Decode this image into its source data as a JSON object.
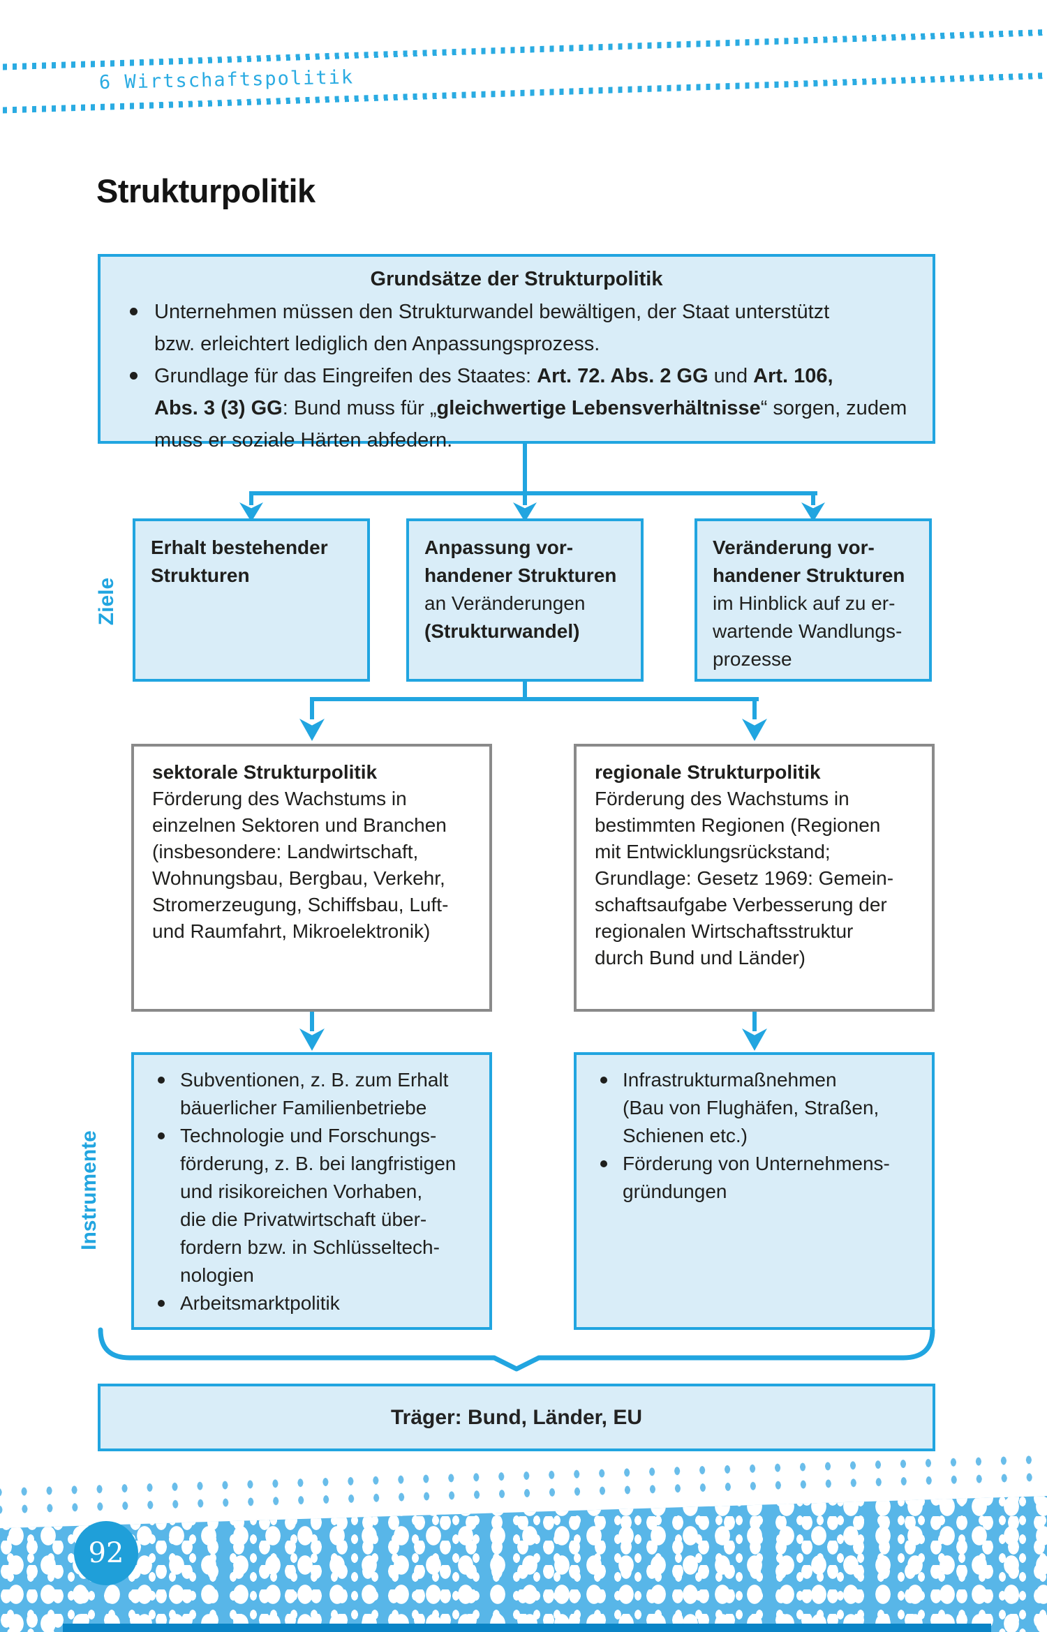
{
  "colors": {
    "accent_cyan": "#21a5e0",
    "box_fill": "#d9edf8",
    "gray_border": "#8a8a8a",
    "chapter_cyan": "#2aabe2",
    "band_blue": "#58b6e8",
    "circle_blue": "#1f9fd9",
    "bottom_strip": "#0a84c6",
    "text": "#1f1f1d"
  },
  "header": {
    "chapter_label": "6 Wirtschaftspolitik"
  },
  "page_title": "Strukturpolitik",
  "grundsaetze": {
    "title": "Grundsätze der Strukturpolitik",
    "bullets": [
      {
        "lines": [
          [
            {
              "t": "Unternehmen müssen den Strukturwandel bewältigen, der Staat unterstützt",
              "b": false
            }
          ],
          [
            {
              "t": "bzw. erleichtert lediglich den Anpassungsprozess.",
              "b": false
            }
          ]
        ]
      },
      {
        "lines": [
          [
            {
              "t": "Grundlage für das Eingreifen des Staates: ",
              "b": false
            },
            {
              "t": "Art. 72. Abs. 2 GG",
              "b": true
            },
            {
              "t": " und ",
              "b": false
            },
            {
              "t": "Art. 106,",
              "b": true
            }
          ],
          [
            {
              "t": "Abs. 3 (3) GG",
              "b": true
            },
            {
              "t": ": Bund muss für „",
              "b": false
            },
            {
              "t": "gleichwertige Lebensverhältnisse",
              "b": true
            },
            {
              "t": "“ sorgen, zudem",
              "b": false
            }
          ],
          [
            {
              "t": "muss er soziale Härten abfedern.",
              "b": false
            }
          ]
        ]
      }
    ]
  },
  "ziele": {
    "label": "Ziele",
    "boxes": [
      {
        "lines": [
          [
            {
              "t": "Erhalt bestehender",
              "b": true
            }
          ],
          [
            {
              "t": "Strukturen",
              "b": true
            }
          ]
        ]
      },
      {
        "lines": [
          [
            {
              "t": "Anpassung vor-",
              "b": true
            }
          ],
          [
            {
              "t": "handener Strukturen",
              "b": true
            }
          ],
          [
            {
              "t": "an Veränderungen",
              "b": false
            }
          ],
          [
            {
              "t": "(Strukturwandel)",
              "b": true
            }
          ]
        ]
      },
      {
        "lines": [
          [
            {
              "t": "Veränderung vor-",
              "b": true
            }
          ],
          [
            {
              "t": "handener Strukturen",
              "b": true
            }
          ],
          [
            {
              "t": "im Hinblick auf zu er-",
              "b": false
            }
          ],
          [
            {
              "t": "wartende Wandlungs-",
              "b": false
            }
          ],
          [
            {
              "t": "prozesse",
              "b": false
            }
          ]
        ]
      }
    ]
  },
  "typen": {
    "left": {
      "lines": [
        [
          {
            "t": "sektorale Strukturpolitik",
            "b": true
          }
        ],
        [
          {
            "t": "Förderung des Wachstums in",
            "b": false
          }
        ],
        [
          {
            "t": "einzelnen Sektoren und Branchen",
            "b": false
          }
        ],
        [
          {
            "t": "(insbesondere: Landwirtschaft,",
            "b": false
          }
        ],
        [
          {
            "t": "Wohnungsbau, Bergbau, Verkehr,",
            "b": false
          }
        ],
        [
          {
            "t": "Stromerzeugung, Schiffsbau, Luft-",
            "b": false
          }
        ],
        [
          {
            "t": "und Raumfahrt, Mikroelektronik)",
            "b": false
          }
        ]
      ]
    },
    "right": {
      "lines": [
        [
          {
            "t": "regionale Strukturpolitik",
            "b": true
          }
        ],
        [
          {
            "t": "Förderung des Wachstums in",
            "b": false
          }
        ],
        [
          {
            "t": "bestimmten Regionen (Regionen",
            "b": false
          }
        ],
        [
          {
            "t": "mit Entwicklungsrückstand;",
            "b": false
          }
        ],
        [
          {
            "t": "Grundlage: Gesetz 1969: Gemein-",
            "b": false
          }
        ],
        [
          {
            "t": "schaftsaufgabe Verbesserung der",
            "b": false
          }
        ],
        [
          {
            "t": "regionalen Wirtschaftsstruktur",
            "b": false
          }
        ],
        [
          {
            "t": "durch Bund und Länder)",
            "b": false
          }
        ]
      ]
    }
  },
  "instrumente": {
    "label": "Instrumente",
    "left": {
      "bullets": [
        {
          "lines": [
            [
              {
                "t": "Subventionen, z. B. zum Erhalt",
                "b": false
              }
            ],
            [
              {
                "t": "bäuerlicher Familienbetriebe",
                "b": false
              }
            ]
          ]
        },
        {
          "lines": [
            [
              {
                "t": "Technologie und Forschungs-",
                "b": false
              }
            ],
            [
              {
                "t": "förderung, z. B. bei langfristigen",
                "b": false
              }
            ],
            [
              {
                "t": "und risikoreichen Vorhaben,",
                "b": false
              }
            ],
            [
              {
                "t": "die die Privatwirtschaft über-",
                "b": false
              }
            ],
            [
              {
                "t": "fordern bzw. in Schlüsseltech-",
                "b": false
              }
            ],
            [
              {
                "t": "nologien",
                "b": false
              }
            ]
          ]
        },
        {
          "lines": [
            [
              {
                "t": "Arbeitsmarktpolitik",
                "b": false
              }
            ]
          ]
        }
      ]
    },
    "right": {
      "bullets": [
        {
          "lines": [
            [
              {
                "t": "Infrastrukturmaßnehmen",
                "b": false
              }
            ],
            [
              {
                "t": "(Bau von Flughäfen, Straßen,",
                "b": false
              }
            ],
            [
              {
                "t": "Schienen etc.)",
                "b": false
              }
            ]
          ]
        },
        {
          "lines": [
            [
              {
                "t": "Förderung von Unternehmens-",
                "b": false
              }
            ],
            [
              {
                "t": "gründungen",
                "b": false
              }
            ]
          ]
        }
      ]
    }
  },
  "traeger": {
    "text": "Träger: Bund, Länder, EU"
  },
  "footer": {
    "page_number": "92"
  }
}
